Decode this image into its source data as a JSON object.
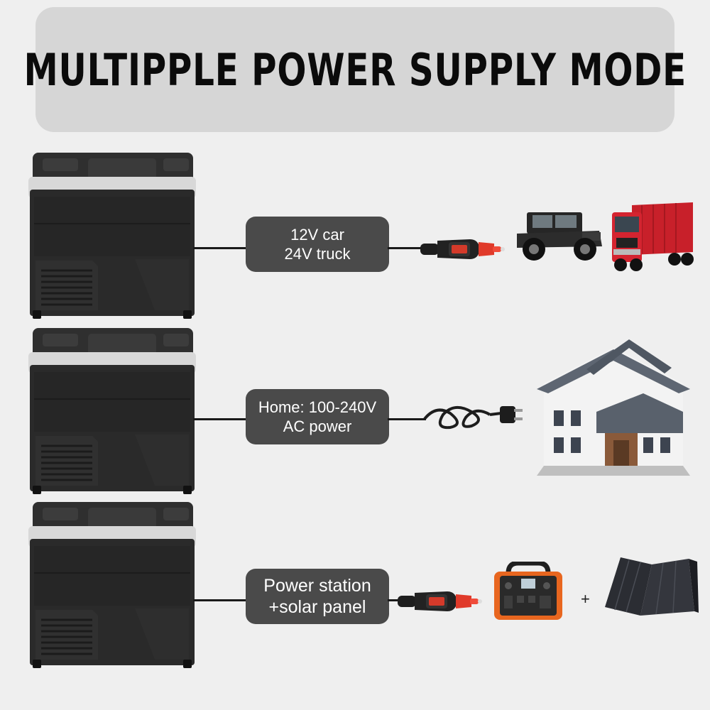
{
  "header": {
    "title": "MULTIPPLE POWER SUPPLY MODE"
  },
  "modes": [
    {
      "line1": "12V car",
      "line2": "24V truck",
      "sources": [
        "jeep-icon",
        "truck-icon"
      ]
    },
    {
      "line1": "Home: 100-240V",
      "line2": "AC power",
      "sources": [
        "house-icon"
      ]
    },
    {
      "line1": "Power station",
      "line2": "+solar panel",
      "sources": [
        "power-station-icon",
        "solar-panel-icon"
      ]
    }
  ],
  "plus_sign": "+",
  "colors": {
    "background": "#efefef",
    "banner": "#d6d6d6",
    "label_bg": "#4a4a4a",
    "plug_red": "#e03a2a",
    "station_orange": "#e8661f",
    "truck_red": "#c8202a"
  }
}
